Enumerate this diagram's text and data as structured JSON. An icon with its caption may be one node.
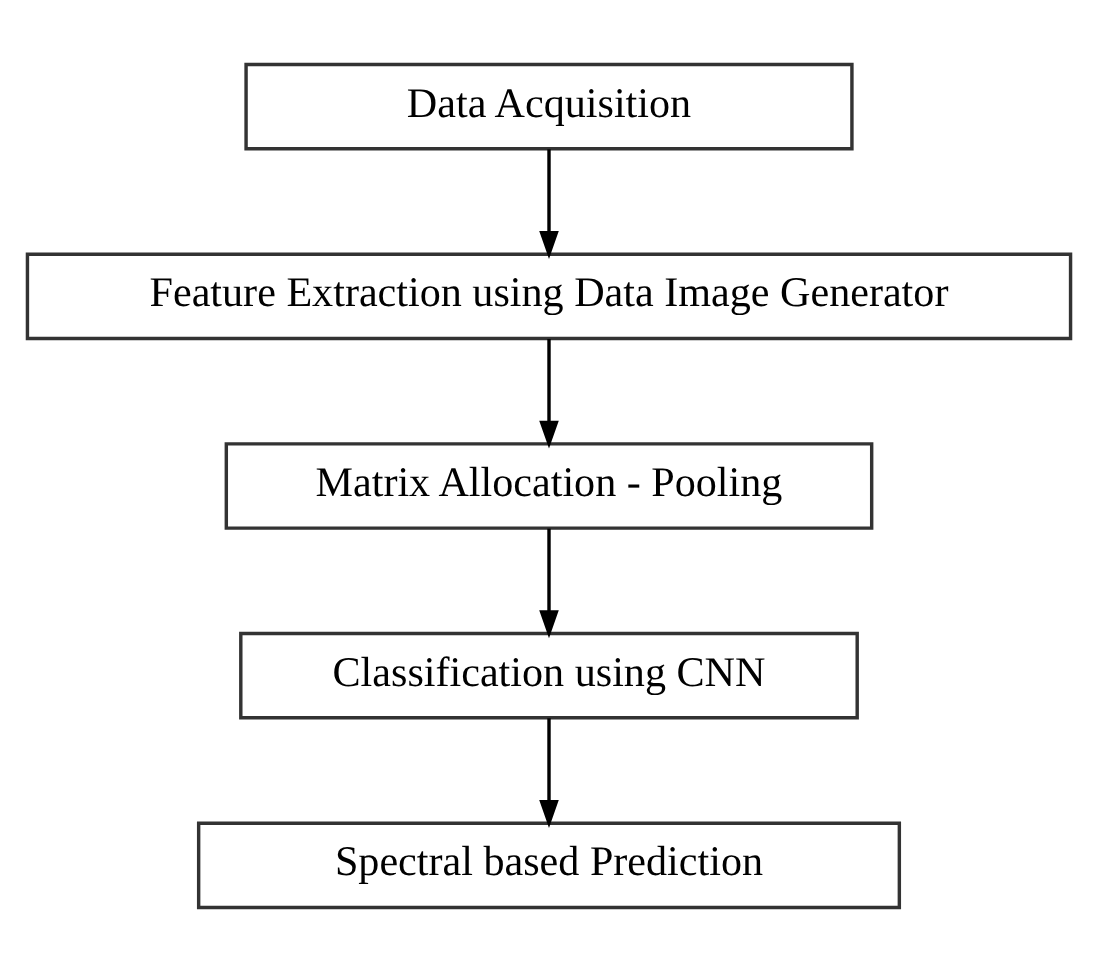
{
  "diagram": {
    "nodes": [
      {
        "text": [
          "Data Acquisition"
        ]
      },
      {
        "text": [
          "Feature Extraction using Data Image Generator"
        ]
      },
      {
        "text": [
          "Matrix Allocation - Pooling"
        ]
      },
      {
        "text": [
          "Classification using CNN"
        ]
      },
      {
        "text": [
          "Spectral based Prediction"
        ]
      }
    ],
    "edges": [
      {
        "from": 0,
        "to": 1,
        "arrow": "to"
      },
      {
        "from": 1,
        "to": 2,
        "arrow": "to"
      },
      {
        "from": 2,
        "to": 3,
        "arrow": "to"
      },
      {
        "from": 3,
        "to": 4,
        "arrow": "to"
      }
    ]
  }
}
